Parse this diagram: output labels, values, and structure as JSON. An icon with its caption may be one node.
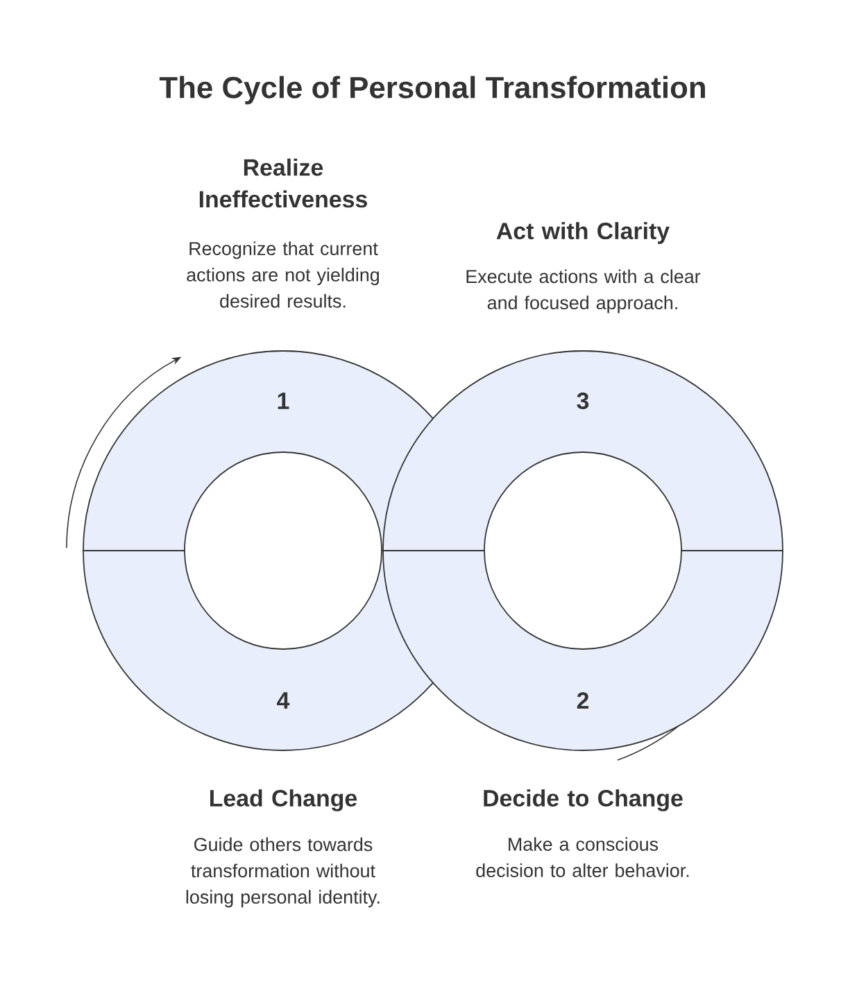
{
  "diagram": {
    "title": "The Cycle of Personal Transformation",
    "nodes": [
      {
        "text": [
          "1"
        ],
        "beside": [
          "Realize Ineffectiveness",
          "Recognize that current actions are not yielding desired results."
        ]
      },
      {
        "text": [
          "3"
        ],
        "beside": [
          "Act with Clarity",
          "Execute actions with a clear and focused approach."
        ]
      },
      {
        "text": [
          "4"
        ],
        "beside": [
          "Lead Change",
          "Guide others towards transformation without losing personal identity."
        ]
      },
      {
        "text": [
          "2"
        ],
        "beside": [
          "Decide to Change",
          "Make a conscious decision to alter behavior."
        ]
      }
    ]
  }
}
